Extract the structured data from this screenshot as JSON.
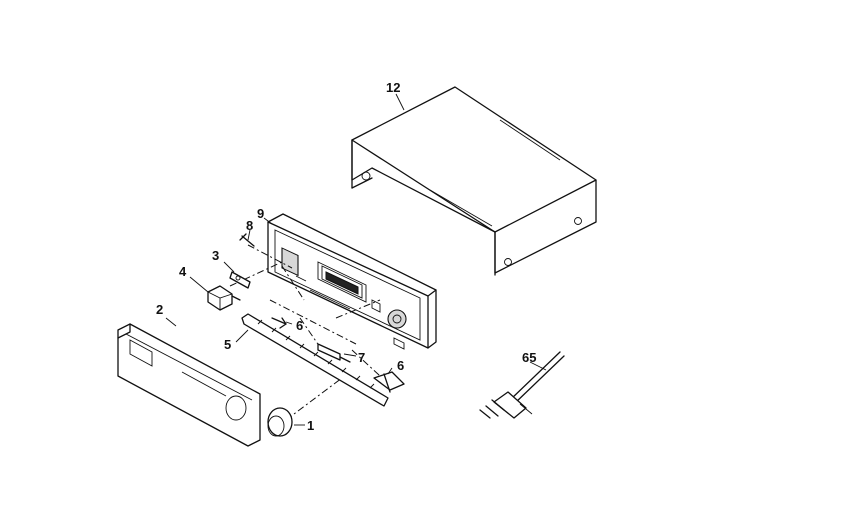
{
  "parts": [
    {
      "id": "front-knob",
      "label": "1"
    },
    {
      "id": "front-panel",
      "label": "2"
    },
    {
      "id": "lever",
      "label": "3"
    },
    {
      "id": "button-block",
      "label": "4"
    },
    {
      "id": "button-strip",
      "label": "5"
    },
    {
      "id": "screw-a",
      "label": "6"
    },
    {
      "id": "screw-b",
      "label": "6"
    },
    {
      "id": "slide-piece",
      "label": "7"
    },
    {
      "id": "screw-top",
      "label": "8"
    },
    {
      "id": "front-chassis",
      "label": "9"
    },
    {
      "id": "top-cover",
      "label": "12"
    },
    {
      "id": "power-cord",
      "label": "65"
    }
  ]
}
